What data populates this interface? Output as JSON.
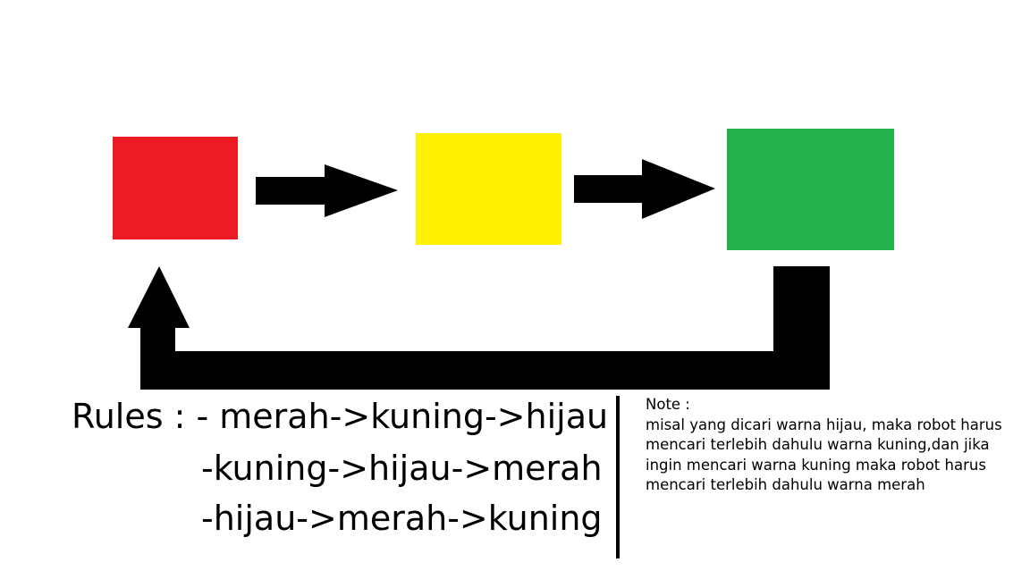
{
  "boxes": [
    {
      "name": "red",
      "color": "#ED1C24"
    },
    {
      "name": "yellow",
      "color": "#FFF200"
    },
    {
      "name": "green",
      "color": "#22B14C"
    }
  ],
  "arrow_color": "#000000",
  "rules": {
    "line1": "Rules : - merah->kuning->hijau",
    "line2": "-kuning->hijau->merah",
    "line3": "-hijau->merah->kuning"
  },
  "note": {
    "title": "Note :",
    "lines": [
      "misal yang dicari warna hijau, maka robot harus",
      "mencari terlebih dahulu warna kuning,dan jika",
      "ingin mencari warna kuning maka robot harus",
      "mencari terlebih dahulu warna merah"
    ]
  }
}
